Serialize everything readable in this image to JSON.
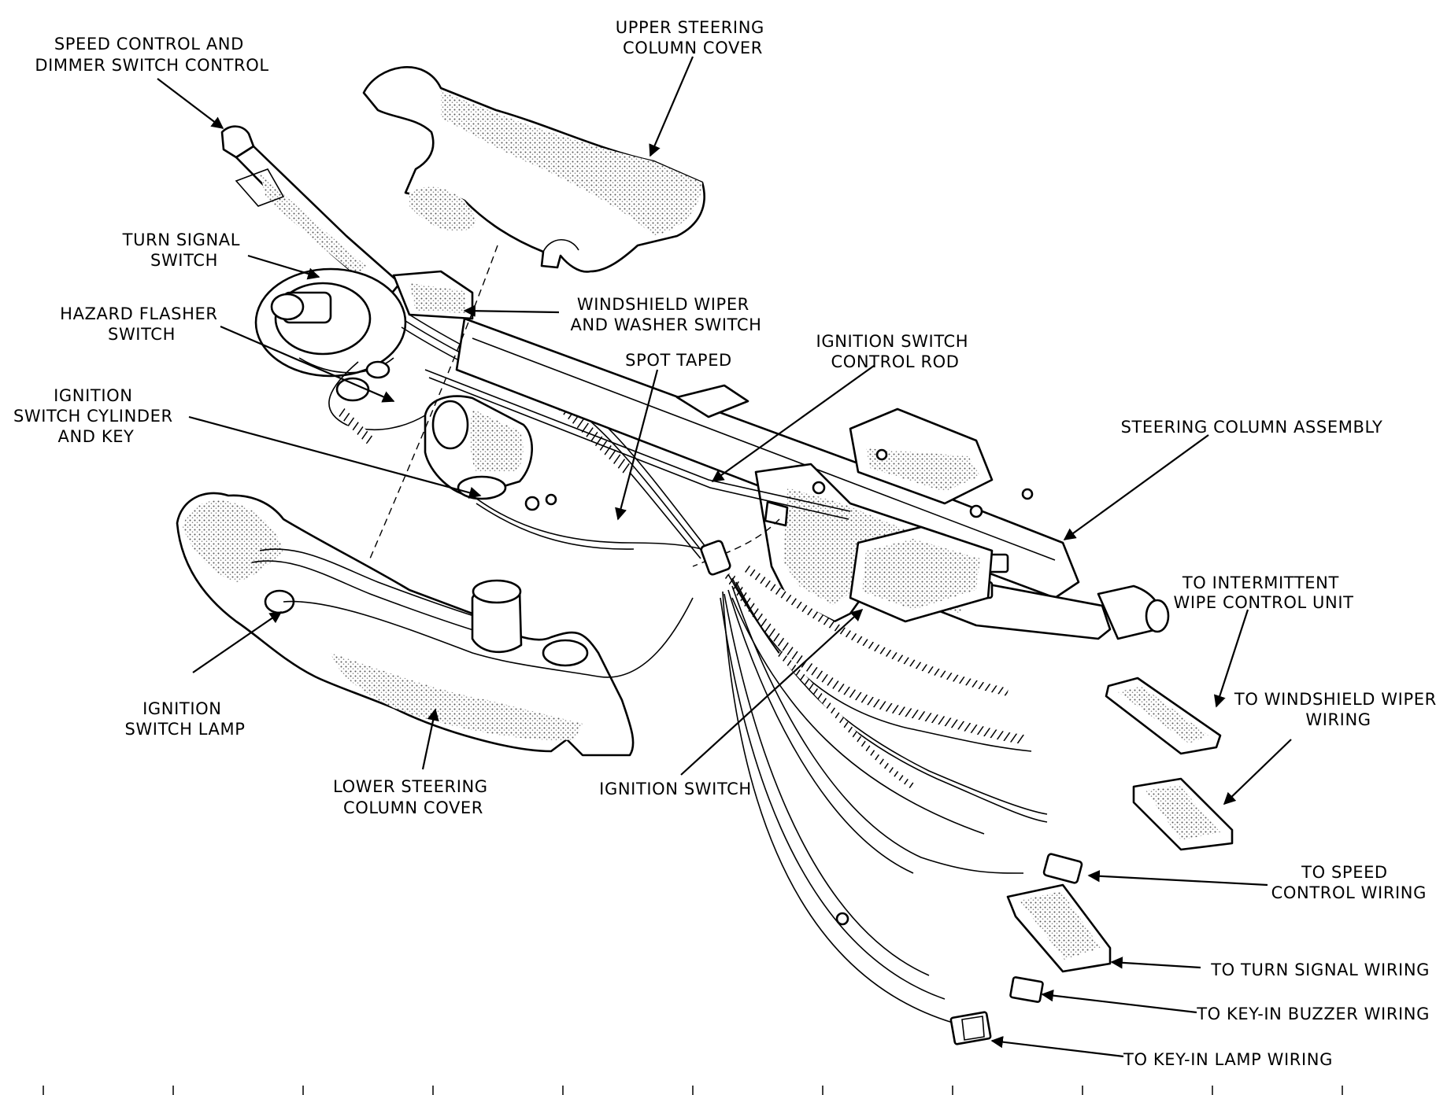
{
  "labels": {
    "speed_control_dimmer": [
      "SPEED CONTROL AND",
      "DIMMER SWITCH CONTROL"
    ],
    "upper_cover": [
      "UPPER STEERING",
      "COLUMN COVER"
    ],
    "turn_signal_switch": [
      "TURN SIGNAL",
      "SWITCH"
    ],
    "windshield_wiper_washer_switch": [
      "WINDSHIELD WIPER",
      "AND WASHER SWITCH"
    ],
    "hazard_flasher_switch": [
      "HAZARD FLASHER",
      "SWITCH"
    ],
    "spot_taped": [
      "SPOT TAPED"
    ],
    "ignition_switch_control_rod": [
      "IGNITION SWITCH",
      "CONTROL ROD"
    ],
    "ignition_cylinder_key": [
      "IGNITION",
      "SWITCH CYLINDER",
      "AND KEY"
    ],
    "steering_column_assembly": [
      "STEERING COLUMN ASSEMBLY"
    ],
    "to_intermittent_wipe": [
      "TO INTERMITTENT",
      "WIPE CONTROL UNIT"
    ],
    "to_windshield_wiper_wiring": [
      "TO WINDSHIELD WIPER",
      "WIRING"
    ],
    "ignition_switch_lamp": [
      "IGNITION",
      "SWITCH LAMP"
    ],
    "lower_cover": [
      "LOWER STEERING",
      "COLUMN COVER"
    ],
    "ignition_switch": [
      "IGNITION SWITCH"
    ],
    "to_speed_control_wiring": [
      "TO SPEED",
      "CONTROL WIRING"
    ],
    "to_turn_signal_wiring": [
      "TO TURN SIGNAL WIRING"
    ],
    "to_key_in_buzzer_wiring": [
      "TO KEY-IN BUZZER WIRING"
    ],
    "to_key_in_lamp_wiring": [
      "TO KEY-IN LAMP WIRING"
    ]
  },
  "colors": {
    "ink": "#000000",
    "paper": "#ffffff"
  }
}
